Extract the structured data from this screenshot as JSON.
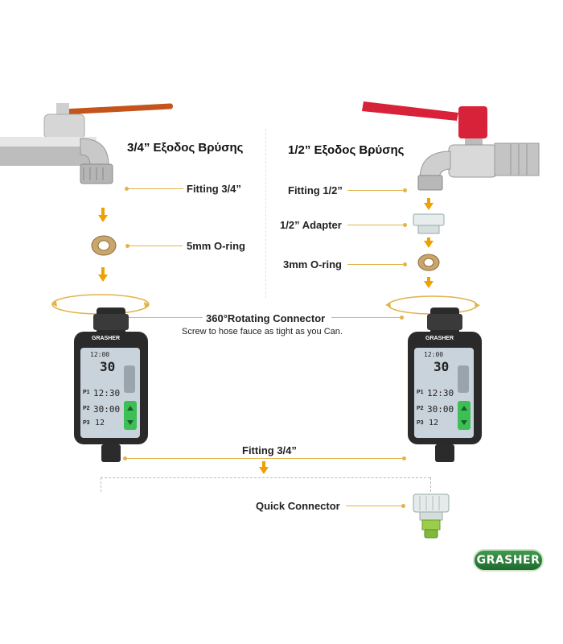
{
  "left": {
    "title": "3/4” Εξοδος Βρύσης",
    "fitting": "Fitting 3/4”",
    "oring": "5mm O-ring"
  },
  "right": {
    "title": "1/2” Εξοδος Βρύσης",
    "fitting": "Fitting 1/2”",
    "adapter": "1/2” Adapter",
    "oring": "3mm O-ring"
  },
  "center": {
    "connector": "360°Rotating Connector",
    "instruction": "Screw to hose fauce as tight as you Can.",
    "bottom_fitting": "Fitting 3/4”",
    "quick_connector": "Quick Connector"
  },
  "device": {
    "brand": "GRASHER",
    "time": "12:00",
    "big_number": "30",
    "start_time": "12:30",
    "duration": "30:00",
    "interval": "12",
    "p1": "P1",
    "p2": "P2",
    "p3": "P3"
  },
  "logo_text": "GRASHER",
  "colors": {
    "guide_line": "#e3b24a",
    "arrow": "#f0a000",
    "red_handle": "#d8223a",
    "orange_handle": "#c4541c",
    "lcd": "#c9d3dc",
    "green_button": "#3cbf55"
  }
}
